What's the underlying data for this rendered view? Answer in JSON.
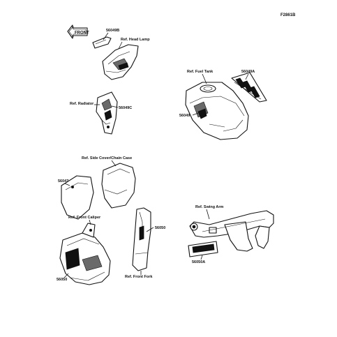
{
  "figure_code": "F2861B",
  "labels": {
    "part_56049B": "56049B",
    "ref_head_lamp": "Ref. Head Lamp",
    "ref_fuel_tank": "Ref. Fuel Tank",
    "part_56049A": "56049A",
    "ref_radiator": "Ref. Radiator",
    "part_56049C": "56049C",
    "part_56049": "56049",
    "ref_side_cover": "Ref. Side Cover/Chain Case",
    "part_56047": "56047",
    "ref_swing_arm": "Ref. Swing Arm",
    "ref_front_caliper": "Ref. Front Caliper",
    "part_56050_fork": "56050",
    "part_56050_caliper": "56050",
    "ref_front_fork": "Ref. Front Fork",
    "part_56050A": "56050A"
  },
  "decals": {
    "front_arrow": "FRONT"
  }
}
